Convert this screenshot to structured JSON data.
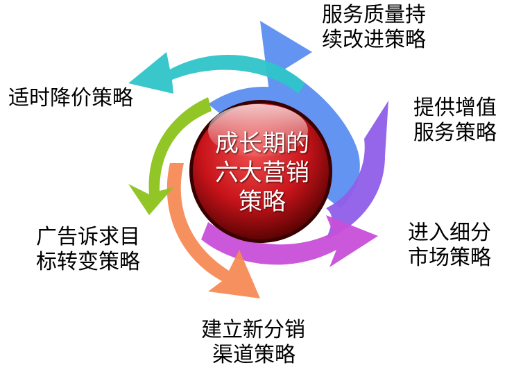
{
  "center": {
    "line1": "成长期的",
    "line2": "六大营销",
    "line3": "策略"
  },
  "strategies": [
    {
      "line1": "服务质量持",
      "line2": "续改进策略",
      "color": "#5b8ef0"
    },
    {
      "line1": "提供增值",
      "line2": "服务策略",
      "color": "#8f5ee8"
    },
    {
      "line1": "进入细分",
      "line2": "市场策略",
      "color": "#c84fd9"
    },
    {
      "line1": "建立新分销",
      "line2": "渠道策略",
      "color": "#f58a55"
    },
    {
      "line1": "广告诉求目",
      "line2": "标转变策略",
      "color": "#8cc21a"
    },
    {
      "line1": "适时降价策略",
      "line2": "",
      "color": "#2ec4c8"
    }
  ],
  "center_color": "#c8141a"
}
